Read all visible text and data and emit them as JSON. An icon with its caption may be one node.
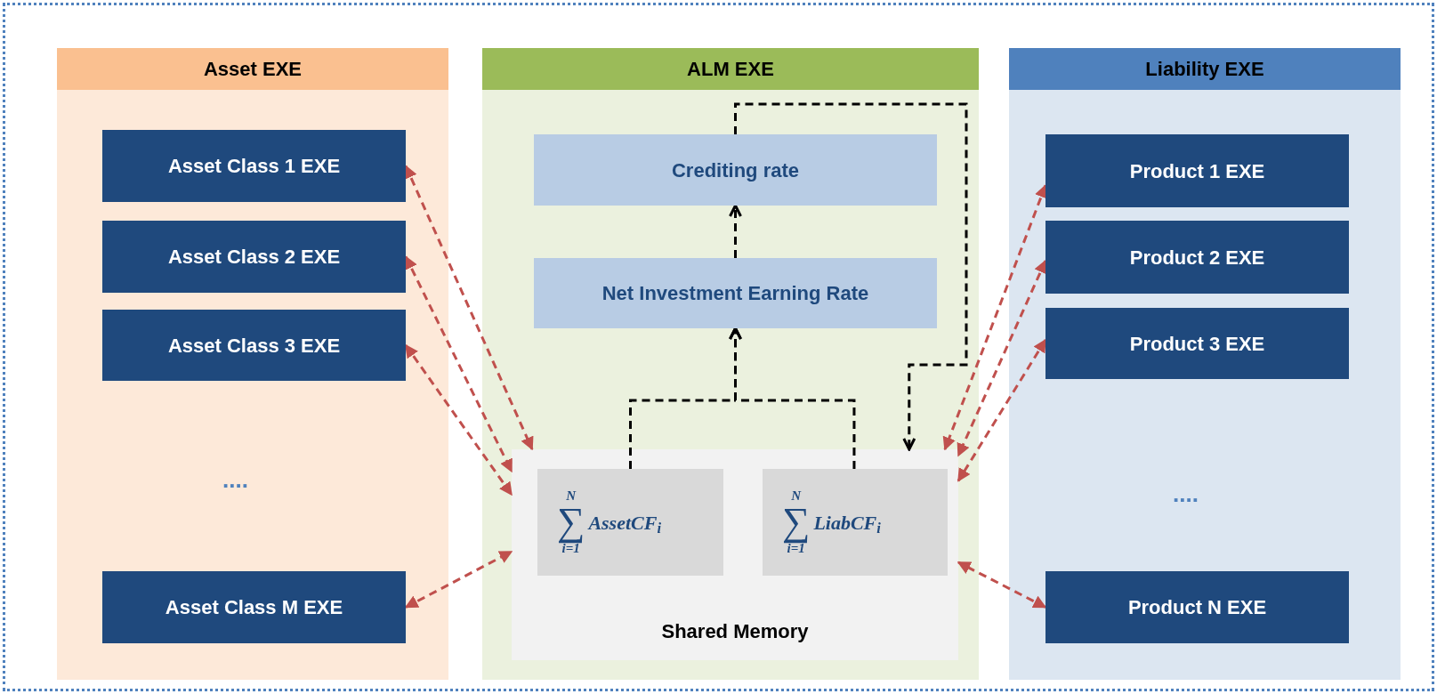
{
  "diagram": {
    "nodes": [
      {
        "text": [
          "Asset EXE"
        ]
      },
      {
        "text": [
          "Asset Class 1 EXE"
        ],
        "in": 0
      },
      {
        "text": [
          "Asset Class 2 EXE"
        ],
        "in": 0
      },
      {
        "text": [
          "Asset Class 3 EXE"
        ],
        "in": 0
      },
      {
        "text": [
          "Asset Class M EXE"
        ],
        "in": 0
      },
      {
        "text": [
          "ALM EXE"
        ]
      },
      {
        "text": [
          "Crediting rate"
        ],
        "in": 5
      },
      {
        "text": [
          "Net Investment Earning Rate"
        ],
        "in": 5
      },
      {
        "text": [
          "Shared Memory"
        ],
        "in": 5
      },
      {
        "text": [
          "N",
          "∑",
          "i=1",
          "AssetCF$_{i}$"
        ],
        "in": 8
      },
      {
        "text": [
          "N",
          "∑",
          "i=1",
          "LiabCF$_{i}$"
        ],
        "in": 8
      },
      {
        "text": [
          "Liability EXE"
        ]
      },
      {
        "text": [
          "Product 1 EXE"
        ],
        "in": 11
      },
      {
        "text": [
          "Product 2 EXE"
        ],
        "in": 11
      },
      {
        "text": [
          "Product 3 EXE"
        ],
        "in": 11
      },
      {
        "text": [
          "Product N EXE"
        ],
        "in": 11
      }
    ],
    "edges": [
      {
        "from": 1,
        "to": 8,
        "arrow": "both",
        "style": "dashed"
      },
      {
        "from": 2,
        "to": 8,
        "arrow": "both",
        "style": "dashed"
      },
      {
        "from": 3,
        "to": 8,
        "arrow": "both",
        "style": "dashed"
      },
      {
        "from": 4,
        "to": 8,
        "arrow": "both",
        "style": "dashed"
      },
      {
        "from": 12,
        "to": 8,
        "arrow": "both",
        "style": "dashed"
      },
      {
        "from": 13,
        "to": 8,
        "arrow": "both",
        "style": "dashed"
      },
      {
        "from": 14,
        "to": 8,
        "arrow": "both",
        "style": "dashed"
      },
      {
        "from": 15,
        "to": 8,
        "arrow": "both",
        "style": "dashed"
      },
      {
        "from": 9,
        "to": 7,
        "arrow": "to",
        "style": "dashed",
        "color": "#000000"
      },
      {
        "from": 10,
        "to": 7,
        "arrow": "to",
        "style": "dashed",
        "color": "#000000"
      },
      {
        "from": 7,
        "to": 6,
        "arrow": "to",
        "style": "dashed",
        "color": "#000000"
      },
      {
        "from": 6,
        "to": 8,
        "arrow": "to",
        "style": "dashed",
        "color": "#000000"
      }
    ],
    "labels": [
      "....",
      "...."
    ]
  }
}
